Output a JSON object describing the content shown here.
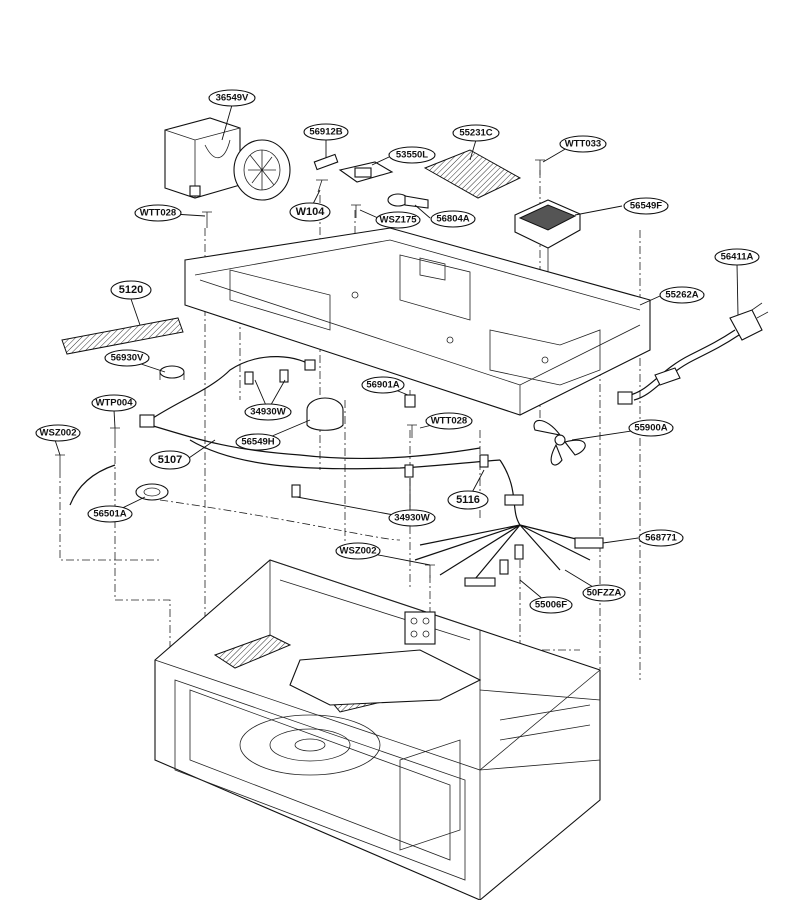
{
  "callouts": [
    {
      "id": "c-36549v",
      "text": "36549V"
    },
    {
      "id": "c-56912b",
      "text": "56912B"
    },
    {
      "id": "c-53550l",
      "text": "53550L"
    },
    {
      "id": "c-55231c",
      "text": "55231C"
    },
    {
      "id": "c-wtt033",
      "text": "WTT033"
    },
    {
      "id": "c-wtt028a",
      "text": "WTT028"
    },
    {
      "id": "c-w104",
      "text": "W104"
    },
    {
      "id": "c-wsz175",
      "text": "WSZ175"
    },
    {
      "id": "c-56804a",
      "text": "56804A"
    },
    {
      "id": "c-56549f",
      "text": "56549F"
    },
    {
      "id": "c-56411a",
      "text": "56411A"
    },
    {
      "id": "c-5120",
      "text": "5120"
    },
    {
      "id": "c-55262a",
      "text": "55262A"
    },
    {
      "id": "c-56930v",
      "text": "56930V"
    },
    {
      "id": "c-wtp004",
      "text": "WTP004"
    },
    {
      "id": "c-56901a",
      "text": "56901A"
    },
    {
      "id": "c-34930w-a",
      "text": "34930W"
    },
    {
      "id": "c-wtt028b",
      "text": "WTT028"
    },
    {
      "id": "c-wsz002-a",
      "text": "WSZ002"
    },
    {
      "id": "c-56549h",
      "text": "56549H"
    },
    {
      "id": "c-55900a",
      "text": "55900A"
    },
    {
      "id": "c-5107",
      "text": "5107"
    },
    {
      "id": "c-5116",
      "text": "5116"
    },
    {
      "id": "c-56501a",
      "text": "56501A"
    },
    {
      "id": "c-34930w-b",
      "text": "34930W"
    },
    {
      "id": "c-568771",
      "text": "568771"
    },
    {
      "id": "c-wsz002-b",
      "text": "WSZ002"
    },
    {
      "id": "c-50fzza",
      "text": "50FZZA"
    },
    {
      "id": "c-55006f",
      "text": "55006F"
    }
  ],
  "colors": {
    "ink": "#111111",
    "paper": "#ffffff"
  }
}
